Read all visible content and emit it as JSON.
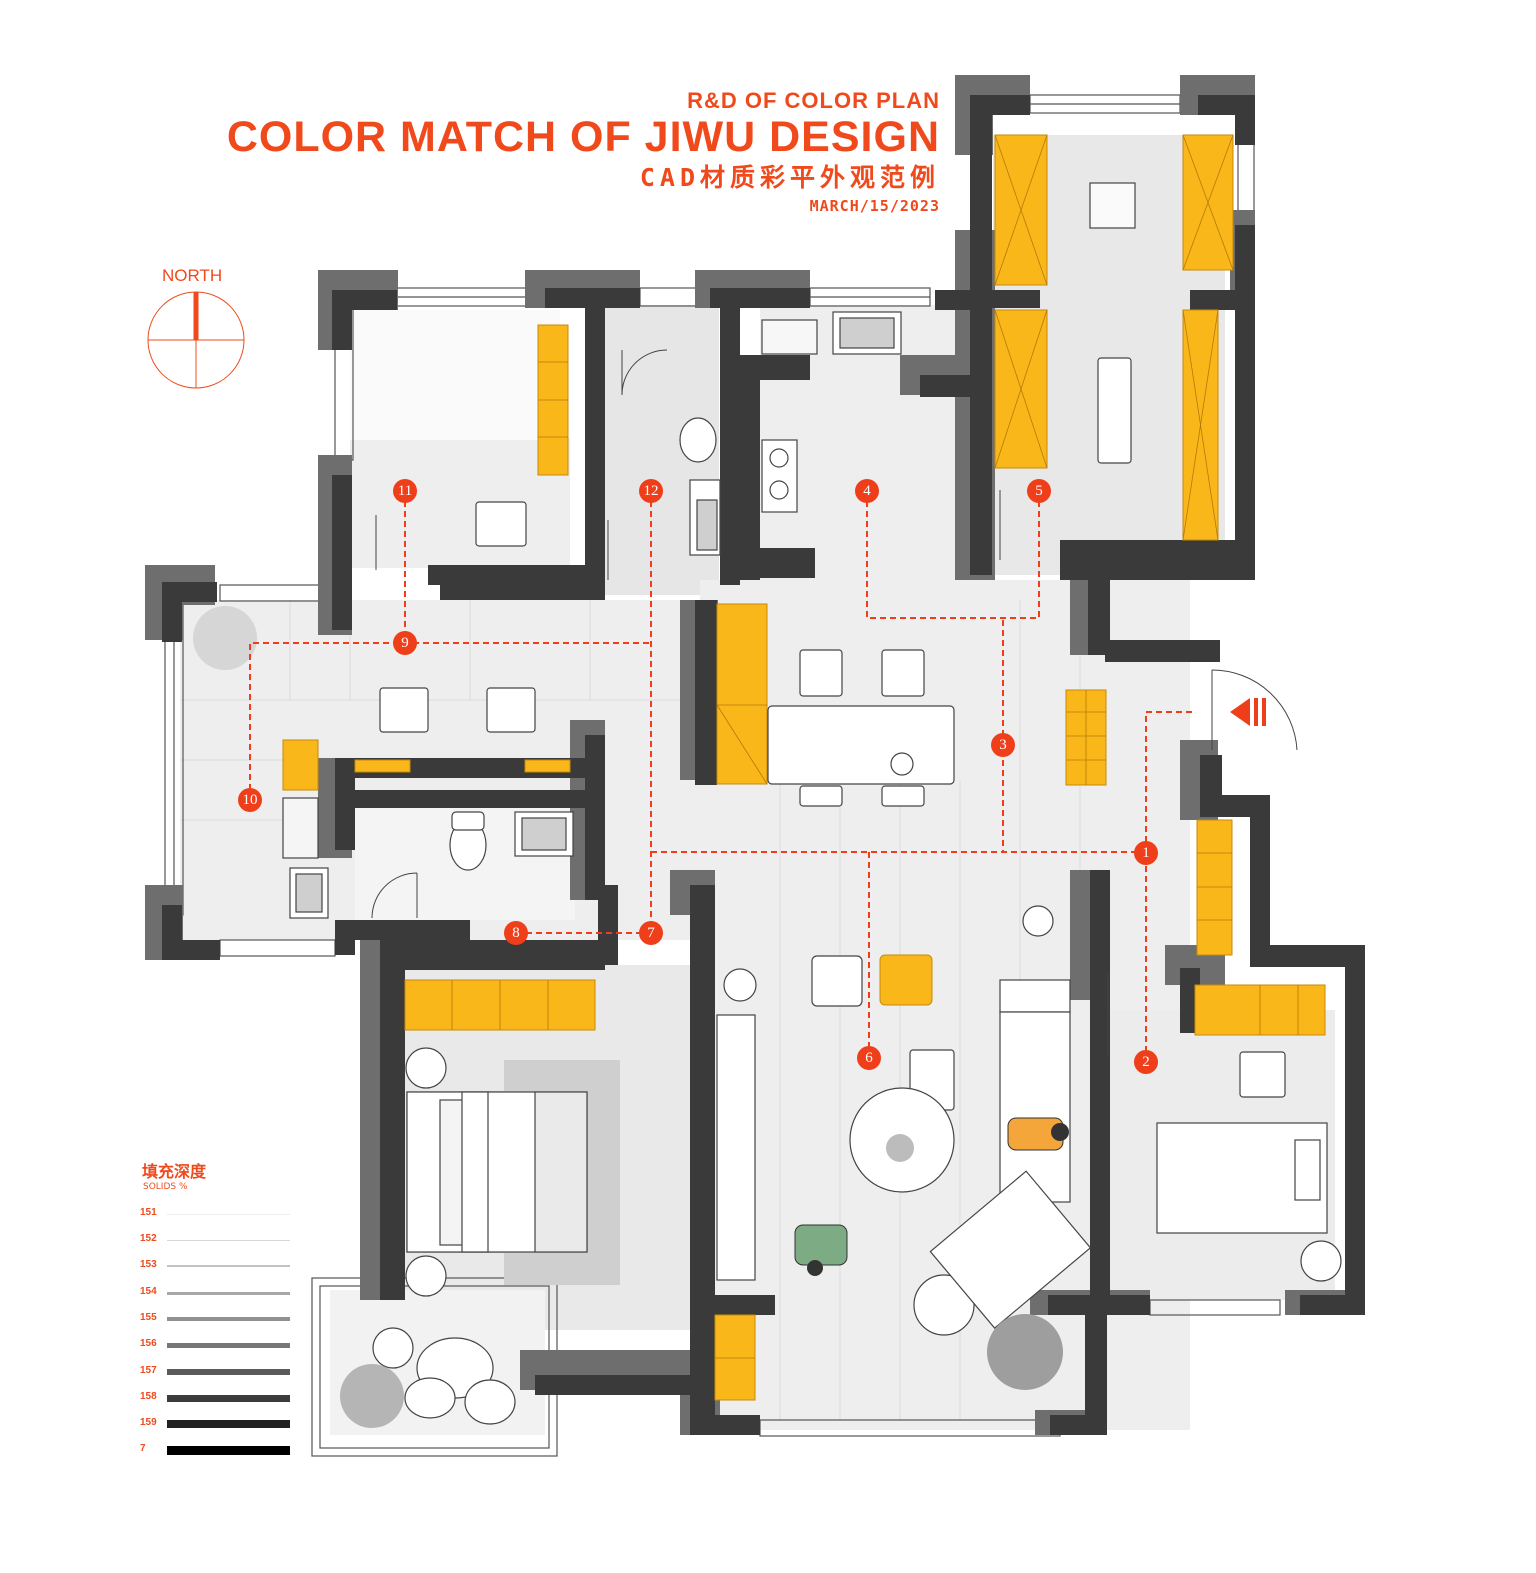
{
  "title": {
    "subtitle": "R&D OF COLOR PLAN",
    "main": "COLOR MATCH OF JIWU DESIGN",
    "chinese": "CAD材质彩平外观范例",
    "date": "MARCH/15/2023"
  },
  "north": {
    "label": "NORTH"
  },
  "legend": {
    "title": "填充深度",
    "subtitle": "SOLIDS %",
    "items": [
      {
        "label": "151",
        "shade": "#eeeeee",
        "weight": 1
      },
      {
        "label": "152",
        "shade": "#d8d8d8",
        "weight": 1
      },
      {
        "label": "153",
        "shade": "#c2c2c2",
        "weight": 2
      },
      {
        "label": "154",
        "shade": "#a8a8a8",
        "weight": 3
      },
      {
        "label": "155",
        "shade": "#909090",
        "weight": 4
      },
      {
        "label": "156",
        "shade": "#777777",
        "weight": 5
      },
      {
        "label": "157",
        "shade": "#5a5a5a",
        "weight": 6
      },
      {
        "label": "158",
        "shade": "#3c3c3c",
        "weight": 7
      },
      {
        "label": "159",
        "shade": "#222222",
        "weight": 8
      },
      {
        "label": "7",
        "shade": "#000000",
        "weight": 9
      }
    ]
  },
  "tags": [
    {
      "id": "tag-1",
      "label": "1"
    },
    {
      "id": "tag-2",
      "label": "2"
    },
    {
      "id": "tag-3",
      "label": "3"
    },
    {
      "id": "tag-4",
      "label": "4"
    },
    {
      "id": "tag-5",
      "label": "5"
    },
    {
      "id": "tag-6",
      "label": "6"
    },
    {
      "id": "tag-7",
      "label": "7"
    },
    {
      "id": "tag-8",
      "label": "8"
    },
    {
      "id": "tag-9",
      "label": "9"
    },
    {
      "id": "tag-10",
      "label": "10"
    },
    {
      "id": "tag-11",
      "label": "11"
    },
    {
      "id": "tag-12",
      "label": "12"
    }
  ],
  "colors": {
    "accent": "#f04a1c",
    "tag": "#ef3e1a",
    "wall_dark": "#3a3a3a",
    "wall_shadow": "#6e6e6e",
    "floor": "#eeeeee",
    "cabinet": "#f9b71a",
    "white": "#ffffff"
  }
}
